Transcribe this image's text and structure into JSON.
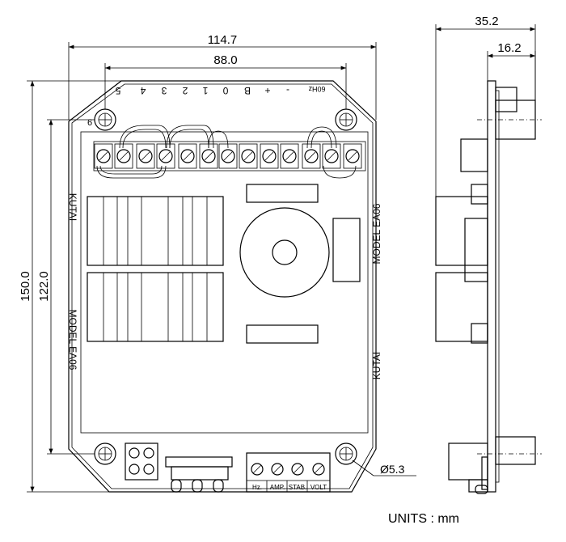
{
  "dimensions": {
    "overall_width": "114.7",
    "hole_spacing_x": "88.0",
    "overall_height": "150.0",
    "hole_spacing_y": "122.0",
    "side_depth": "35.2",
    "side_depth_inner": "16.2",
    "hole_diameter": "Ø5.3"
  },
  "units": "UNITS : mm",
  "terminals_top": [
    "5",
    "4",
    "3",
    "2",
    "1",
    "0",
    "B",
    "+",
    "-"
  ],
  "terminal_freq": "60Hz",
  "labels": {
    "left_6": "6",
    "brand_left": "KUTAI",
    "model_left": "MODEL EA06",
    "brand_right": "KUTAI",
    "model_right": "MODEL EA06"
  },
  "pots": [
    "Hz.",
    "AMP.",
    "STAB.",
    "VOLT"
  ]
}
